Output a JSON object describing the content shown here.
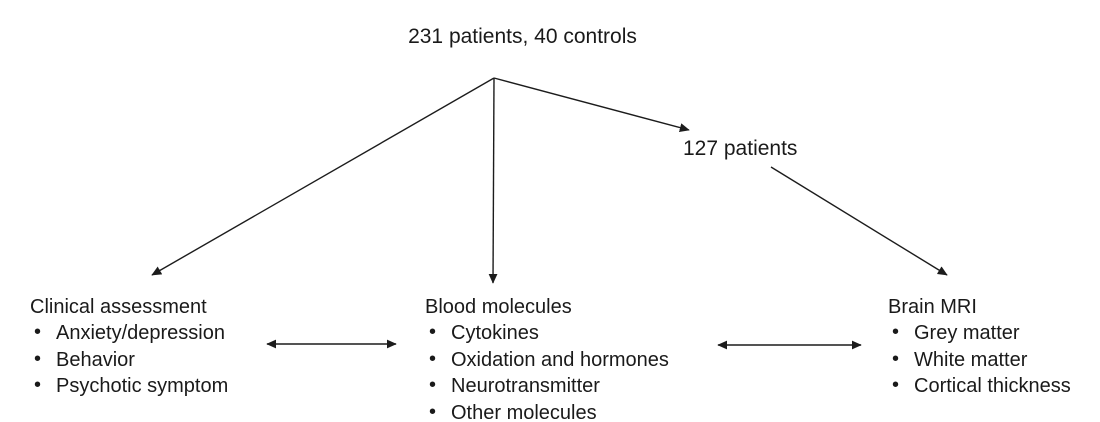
{
  "colors": {
    "line": "#1c1c1c",
    "text": "#1a1a1a",
    "background": "#ffffff"
  },
  "diagram": {
    "root_label": "231 patients, 40 controls",
    "subset_label": "127 patients",
    "columns": [
      {
        "title": "Clinical assessment",
        "items": [
          "Anxiety/depression",
          "Behavior",
          "Psychotic symptom"
        ]
      },
      {
        "title": "Blood molecules",
        "items": [
          "Cytokines",
          "Oxidation and hormones",
          "Neurotransmitter",
          "Other molecules"
        ]
      },
      {
        "title": "Brain MRI",
        "items": [
          "Grey matter",
          "White matter",
          "Cortical thickness"
        ]
      }
    ]
  }
}
